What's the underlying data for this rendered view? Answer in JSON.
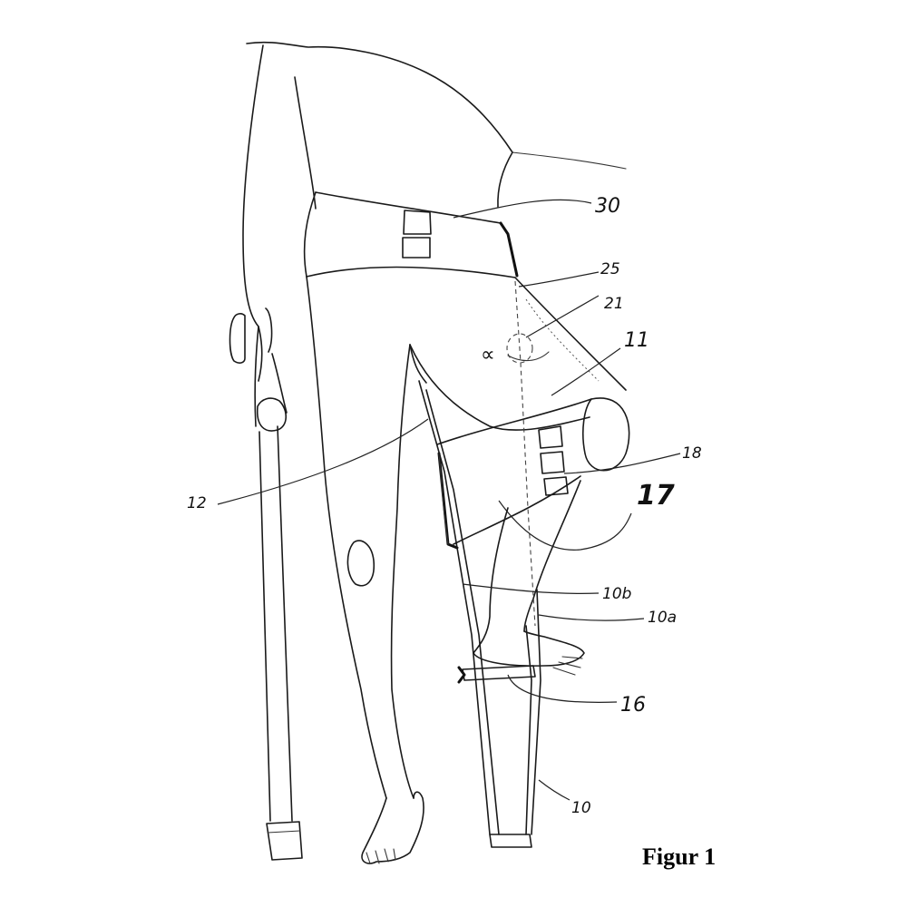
{
  "figure": {
    "caption": "Figur 1",
    "labels": {
      "30": "30",
      "25": "25",
      "21": "21",
      "11": "11",
      "alpha": "∝",
      "18": "18",
      "17": "17",
      "12": "12",
      "10b": "10b",
      "10a": "10a",
      "16": "16",
      "10": "10"
    }
  }
}
